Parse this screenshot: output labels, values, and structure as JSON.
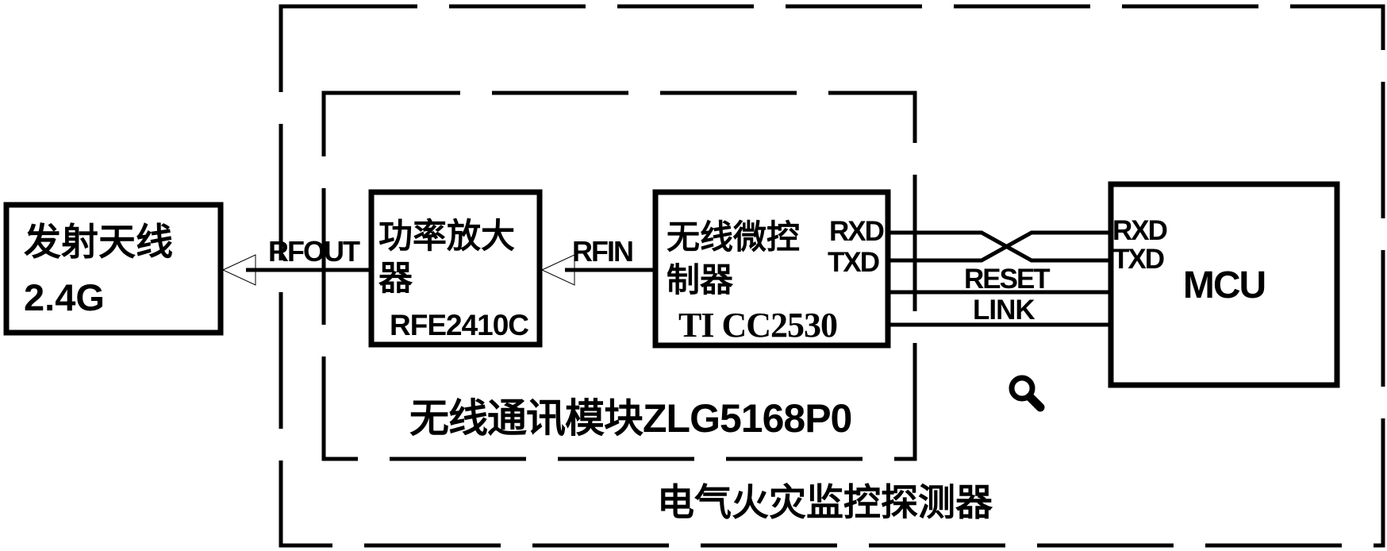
{
  "figure": {
    "background": "#ffffff",
    "ink": "#000000",
    "type": "block-diagram"
  },
  "blocks": {
    "antenna": {
      "name": "发射天线",
      "freq": "2.4G"
    },
    "amplifier": {
      "name": "功率放大器",
      "part": "RFE2410C"
    },
    "wireless_mcu": {
      "name": "无线微控制器",
      "part": "TI CC2530",
      "pin_rxd": "RXD",
      "pin_txd": "TXD"
    },
    "mcu": {
      "name": "MCU",
      "pin_rxd": "RXD",
      "pin_txd": "TXD"
    }
  },
  "signals": {
    "rfout": "RFOUT",
    "rfin": "RFIN",
    "reset": "RESET",
    "link": "LINK"
  },
  "boundaries": {
    "wireless_module": "无线通讯模块ZLG5168P0",
    "detector": "电气火灾监控探测器"
  },
  "icons": {
    "magnifier": "magnifier-icon"
  }
}
